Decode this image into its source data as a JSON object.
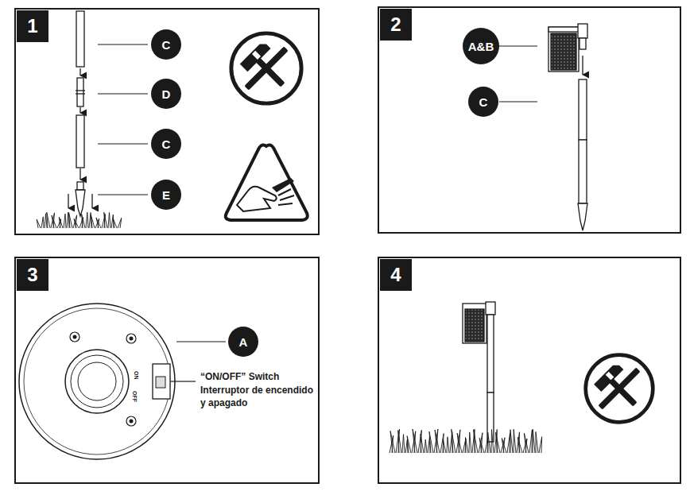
{
  "diagram": {
    "nodes": [
      {
        "text": [
          "1"
        ]
      },
      {
        "text": [
          "C"
        ]
      },
      {
        "text": [
          "D"
        ]
      },
      {
        "text": [
          "C"
        ]
      },
      {
        "text": [
          "E"
        ]
      },
      {
        "text": [
          "2"
        ]
      },
      {
        "text": [
          "A&B"
        ]
      },
      {
        "text": [
          "C"
        ]
      },
      {
        "text": [
          "3"
        ]
      },
      {
        "text": [
          "A"
        ]
      },
      {
        "text": [
          "4"
        ]
      }
    ],
    "labels": [
      "“ON/OFF” Switch",
      "Interruptor de encendido y apagado",
      "ON",
      "OFF"
    ]
  }
}
